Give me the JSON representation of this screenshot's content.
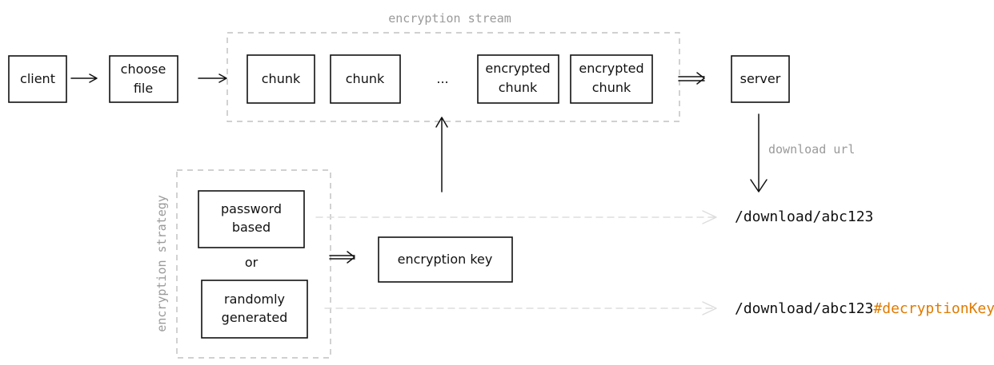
{
  "colors": {
    "stroke": "#111111",
    "muted": "#9a9a9a",
    "accent": "#e07b00"
  },
  "nodes": {
    "client": "client",
    "choose_file": [
      "choose",
      "file"
    ],
    "chunk_1": "chunk",
    "chunk_2": "chunk",
    "ellipsis": "...",
    "encrypted_chunk_1": [
      "encrypted",
      "chunk"
    ],
    "encrypted_chunk_2": [
      "encrypted",
      "chunk"
    ],
    "server": "server",
    "password_based": [
      "password",
      "based"
    ],
    "or": "or",
    "randomly_generated": [
      "randomly",
      "generated"
    ],
    "encryption_key": "encryption key"
  },
  "groups": {
    "encryption_stream": "encryption stream",
    "encryption_strategy": "encryption strategy"
  },
  "edges": {
    "download_url": "download url"
  },
  "urls": {
    "password_url": "/download/abc123",
    "random_url_base": "/download/abc123",
    "random_url_fragment": "#decryptionKey"
  }
}
